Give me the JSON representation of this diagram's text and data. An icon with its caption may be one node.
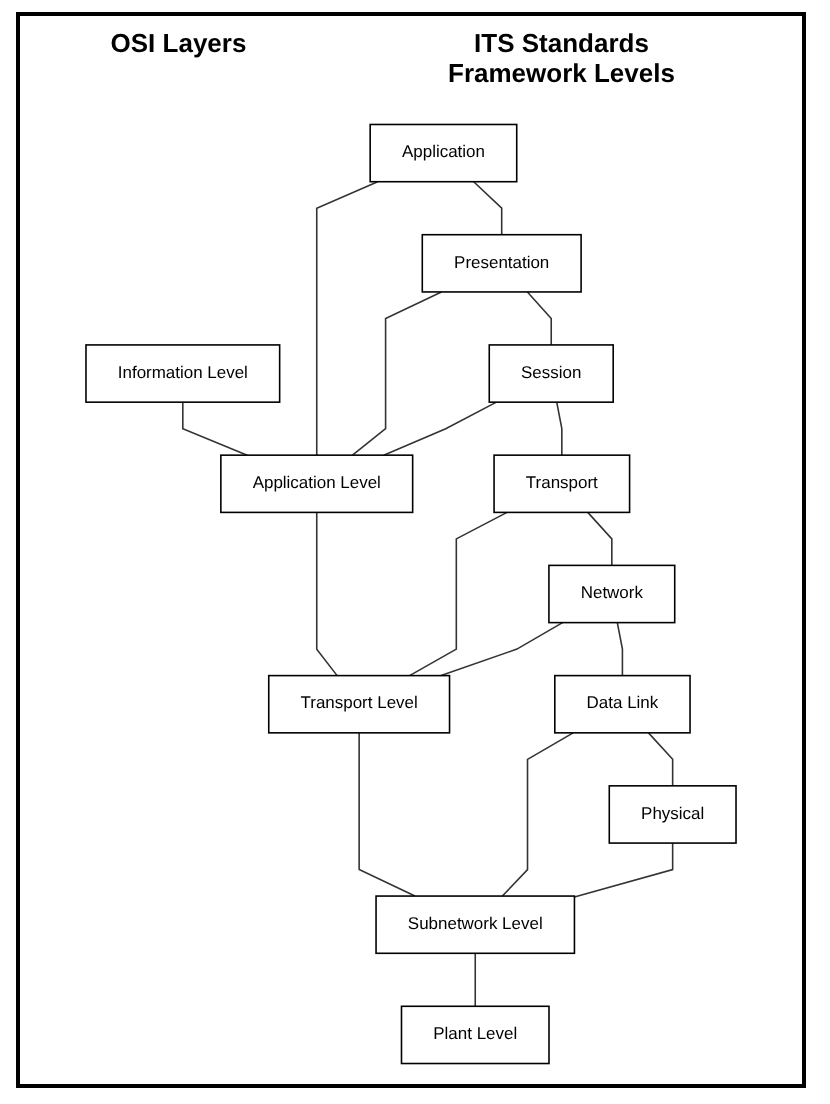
{
  "diagram": {
    "nodes": [
      {
        "text": [
          "Application"
        ]
      },
      {
        "text": [
          "Presentation"
        ]
      },
      {
        "text": [
          "Session"
        ]
      },
      {
        "text": [
          "Transport"
        ]
      },
      {
        "text": [
          "Network"
        ]
      },
      {
        "text": [
          "Data Link"
        ]
      },
      {
        "text": [
          "Physical"
        ]
      },
      {
        "text": [
          "Information Level"
        ]
      },
      {
        "text": [
          "Application Level"
        ]
      },
      {
        "text": [
          "Transport Level"
        ]
      },
      {
        "text": [
          "Subnetwork Level"
        ]
      },
      {
        "text": [
          "Plant Level"
        ]
      }
    ],
    "edges": [
      {
        "from": 0,
        "to": 1,
        "arrow": "none"
      },
      {
        "from": 1,
        "to": 2,
        "arrow": "none"
      },
      {
        "from": 2,
        "to": 3,
        "arrow": "none"
      },
      {
        "from": 3,
        "to": 4,
        "arrow": "none"
      },
      {
        "from": 4,
        "to": 5,
        "arrow": "none"
      },
      {
        "from": 5,
        "to": 6,
        "arrow": "none"
      },
      {
        "from": 7,
        "to": 8,
        "arrow": "none"
      },
      {
        "from": 8,
        "to": 9,
        "arrow": "none"
      },
      {
        "from": 9,
        "to": 10,
        "arrow": "none"
      },
      {
        "from": 10,
        "to": 11,
        "arrow": "none"
      },
      {
        "from": 0,
        "to": 8,
        "arrow": "none"
      },
      {
        "from": 1,
        "to": 8,
        "arrow": "none"
      },
      {
        "from": 2,
        "to": 8,
        "arrow": "none"
      },
      {
        "from": 3,
        "to": 9,
        "arrow": "none"
      },
      {
        "from": 4,
        "to": 9,
        "arrow": "none"
      },
      {
        "from": 5,
        "to": 10,
        "arrow": "none"
      },
      {
        "from": 6,
        "to": 10,
        "arrow": "none"
      }
    ],
    "labels": [
      "OSI Layers",
      "ITS Standards Framework Levels"
    ]
  }
}
